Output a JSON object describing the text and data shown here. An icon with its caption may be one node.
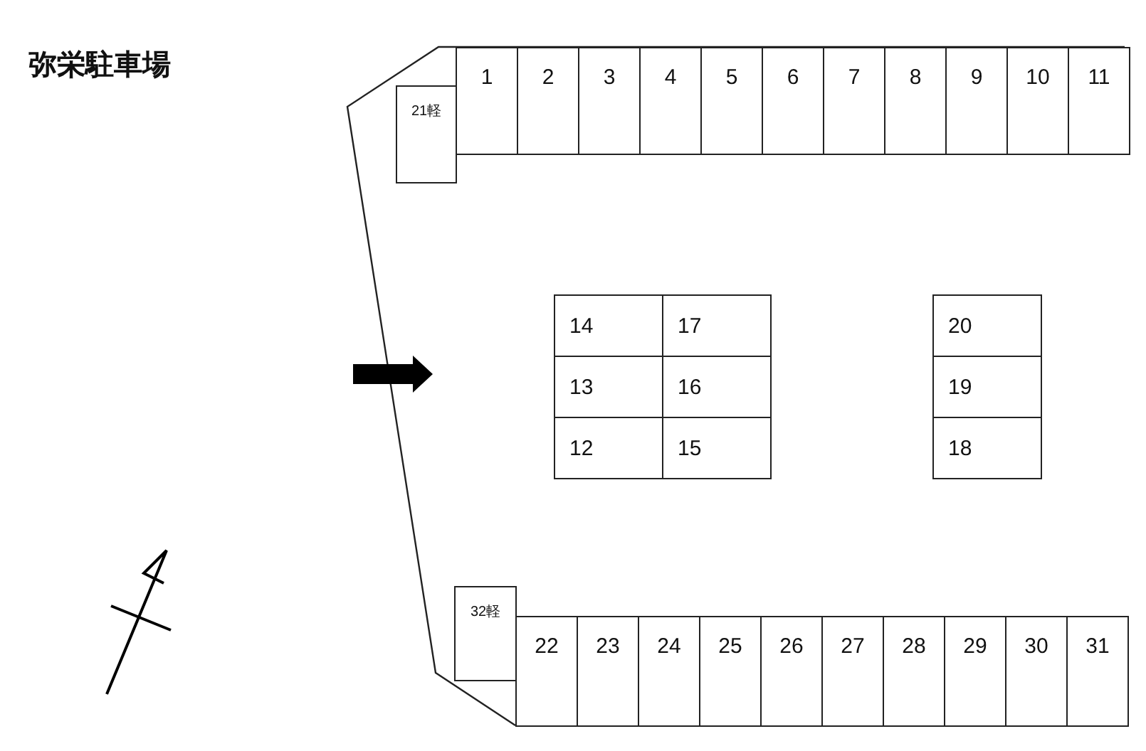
{
  "diagram": {
    "title": "弥栄駐車場",
    "nodes": [
      {
        "text": [
          "1"
        ]
      },
      {
        "text": [
          "2"
        ]
      },
      {
        "text": [
          "3"
        ]
      },
      {
        "text": [
          "4"
        ]
      },
      {
        "text": [
          "5"
        ]
      },
      {
        "text": [
          "6"
        ]
      },
      {
        "text": [
          "7"
        ]
      },
      {
        "text": [
          "8"
        ]
      },
      {
        "text": [
          "9"
        ]
      },
      {
        "text": [
          "10"
        ]
      },
      {
        "text": [
          "11"
        ]
      },
      {
        "text": [
          "21軽"
        ]
      },
      {
        "text": [
          "14"
        ]
      },
      {
        "text": [
          "17"
        ]
      },
      {
        "text": [
          "20"
        ]
      },
      {
        "text": [
          "13"
        ]
      },
      {
        "text": [
          "16"
        ]
      },
      {
        "text": [
          "19"
        ]
      },
      {
        "text": [
          "12"
        ]
      },
      {
        "text": [
          "15"
        ]
      },
      {
        "text": [
          "18"
        ]
      },
      {
        "text": [
          "32軽"
        ]
      },
      {
        "text": [
          "22"
        ]
      },
      {
        "text": [
          "23"
        ]
      },
      {
        "text": [
          "24"
        ]
      },
      {
        "text": [
          "25"
        ]
      },
      {
        "text": [
          "26"
        ]
      },
      {
        "text": [
          "27"
        ]
      },
      {
        "text": [
          "28"
        ]
      },
      {
        "text": [
          "29"
        ]
      },
      {
        "text": [
          "30"
        ]
      },
      {
        "text": [
          "31"
        ]
      }
    ]
  }
}
